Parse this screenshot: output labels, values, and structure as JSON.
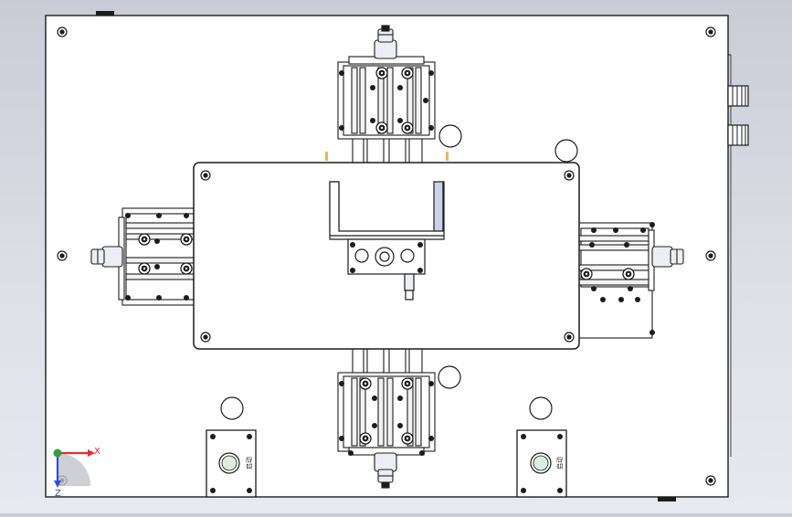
{
  "view": {
    "type": "cad-top-view",
    "background_color": "#d8dae2",
    "base_plate_color": "#ffffff",
    "line_color": "#1c1c1c",
    "cylinder_fill": "#eceef3",
    "slot_fill": "#c9d2ec"
  },
  "button_box_left": {
    "label": "启动",
    "lamp_color": "#d9eedb"
  },
  "button_box_right": {
    "label": "启动",
    "lamp_color": "#d9eedb"
  },
  "triad": {
    "x_label": "X",
    "z_label": "Z",
    "x_color": "#e03030",
    "y_color": "#2f9e3f",
    "z_color": "#2f4fd1"
  }
}
